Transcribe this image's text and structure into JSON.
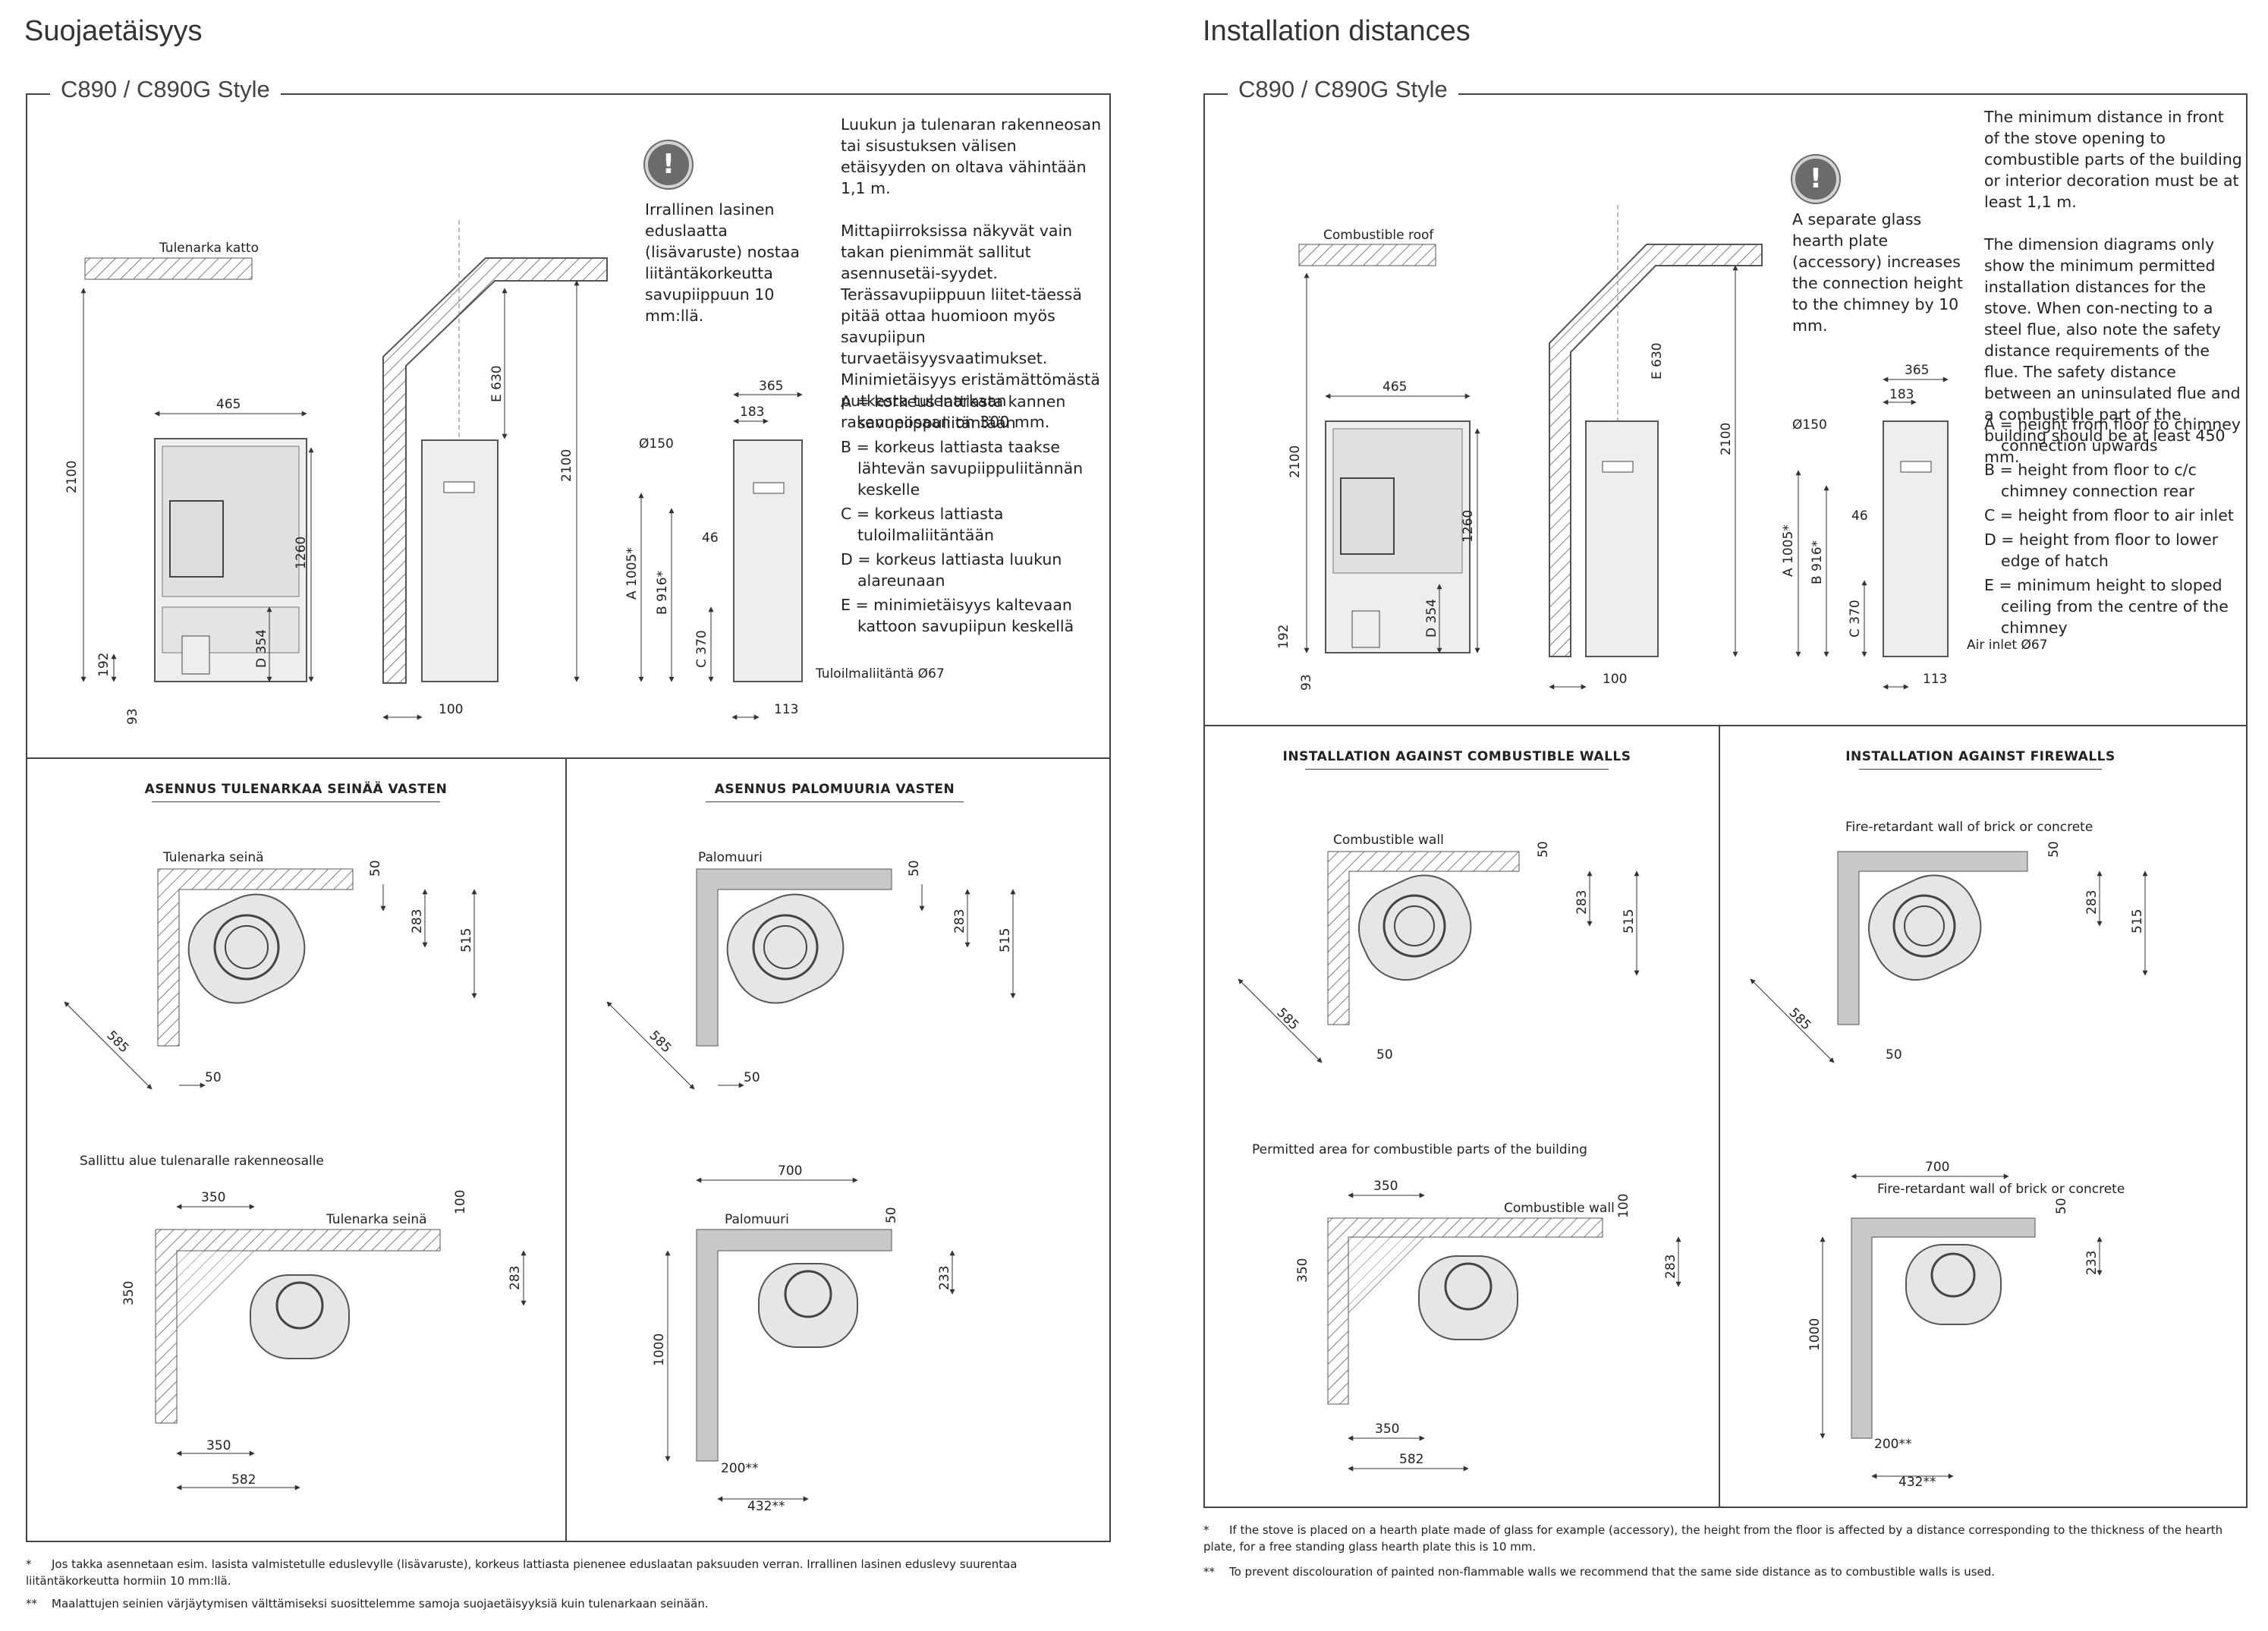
{
  "left": {
    "title": "Suojaetäisyys",
    "subtitle": "C890 / C890G Style",
    "warning_text": "Irrallinen lasinen eduslaatta (lisävaruste) nostaa liitäntäkorkeutta savupiippuun 10 mm:llä.",
    "info_paragraph_1": "Luukun ja tulenaran rakenneosan tai sisustuksen välisen etäisyyden on oltava vähintään 1,1 m.",
    "info_paragraph_2": "Mittapiirroksissa näkyvät vain takan pienimmät sallitut asennusetäi-syydet. Terässavupiippuun liitet-täessä pitää ottaa huomioon myös savupiipun turvaetäisyysvaatimukset. Minimietäisyys eristämättömästä putkesta tulenarkaan rakenneosaan on 300 mm.",
    "legend": [
      "A = korkeus lattiasta kannen savupiippuliitäntään",
      "B = korkeus lattiasta taakse lähtevän savupiippuliitännän keskelle",
      "C = korkeus lattiasta tuloilmaliitäntään",
      "D = korkeus lattiasta luukun alareunaan",
      "E = minimietäisyys kaltevaan kattoon savupiipun keskellä"
    ],
    "roof_label": "Tulenarka katto",
    "air_inlet_label": "Tuloilmaliitäntä Ø67",
    "caption_combustible": "ASENNUS TULENARKAA SEINÄÄ VASTEN",
    "caption_firewall": "ASENNUS PALOMUURIA VASTEN",
    "combustible_wall_label": "Tulenarka seinä",
    "firewall_label": "Palomuuri",
    "permitted_area_label": "Sallittu alue tulenaralle rakenneosalle",
    "footnote_1": "Jos takka asennetaan esim. lasista valmistetulle eduslevylle (lisävaruste), korkeus lattiasta pienenee eduslaatan paksuuden verran. Irrallinen lasinen eduslevy suurentaa liitäntäkorkeutta hormiin 10 mm:llä.",
    "footnote_2": "Maalattujen seinien värjäytymisen välttämiseksi suosittelemme samoja suojaetäisyyksiä kuin tulenarkaan seinään."
  },
  "right": {
    "title": "Installation distances",
    "subtitle": "C890 / C890G Style",
    "warning_text": "A separate glass hearth plate (accessory) increases the connection height to the chimney by 10 mm.",
    "info_paragraph_1": "The minimum distance in front of the stove opening to combustible parts of the building or interior decoration must be at least 1,1 m.",
    "info_paragraph_2": "The dimension diagrams only show the minimum permitted installation distances for the stove. When con-necting to a steel flue, also note the safety distance requirements of the flue. The safety distance between an uninsulated flue and a combustible part of the building should be at least 450 mm.",
    "legend": [
      "A = height from floor to chimney connection upwards",
      "B = height from floor to c/c chimney connection rear",
      "C = height from floor to air inlet",
      "D = height from floor to lower edge of hatch",
      "E = minimum height to sloped ceiling from the centre of the chimney"
    ],
    "roof_label": "Combustible roof",
    "air_inlet_label": "Air inlet Ø67",
    "caption_combustible": "INSTALLATION AGAINST COMBUSTIBLE WALLS",
    "caption_firewall": "INSTALLATION AGAINST FIREWALLS",
    "combustible_wall_label": "Combustible wall",
    "firewall_label": "Fire-retardant wall of brick or concrete",
    "permitted_area_label": "Permitted area for combustible parts of the building",
    "footnote_1": "If the stove is placed on a hearth plate made of glass for example (accessory), the height from the floor is affected by a distance corresponding to the thickness of the hearth plate, for a free standing glass hearth plate this is 10 mm.",
    "footnote_2": "To prevent discolouration of painted non-flammable walls we recommend that the same side distance as to combustible walls is used."
  },
  "dims": {
    "d2100": "2100",
    "d465": "465",
    "d1260": "1260",
    "d192": "192",
    "d93": "93",
    "dD354": "D 354",
    "dE630": "E 630",
    "d100": "100",
    "d365": "365",
    "d183": "183",
    "dphi150": "Ø150",
    "dA": "A 1005*",
    "dB": "B 916*",
    "d46": "46",
    "dC": "C 370",
    "d113": "113",
    "d50": "50",
    "d283": "283",
    "d515": "515",
    "d585": "585",
    "d350": "350",
    "d582": "582",
    "d700": "700",
    "d233": "233",
    "d1000": "1000",
    "d200": "200**",
    "d432": "432**"
  },
  "footnote_marks": {
    "one": "*",
    "two": "**"
  },
  "colors": {
    "frame": "#444444",
    "hatch": "#555555",
    "firewall_fill": "#c8c8c8",
    "stove_fill": "#e6e6e6"
  }
}
